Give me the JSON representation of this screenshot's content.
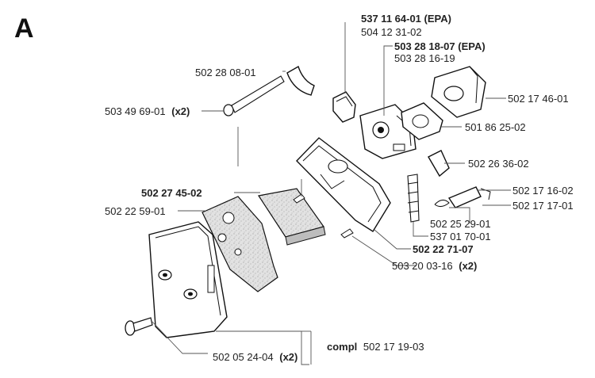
{
  "section_letter": "A",
  "labels": {
    "p1_main": "537 11 64-01 (EPA)",
    "p1_sub": "504 12 31-02",
    "p2_main": "503 28 18-07 (EPA)",
    "p2_sub": "503 28 16-19",
    "p3": "502 28 08-01",
    "p4": "502 17 46-01",
    "p5_num": "503 49 69-01",
    "p5_qty": "(x2)",
    "p6": "501 86 25-02",
    "p7": "502 26 36-02",
    "p8": "502 27 45-02",
    "p9": "502 17 16-02",
    "p10": "502 22 59-01",
    "p11": "502 17 17-01",
    "p12": "502 25 29-01",
    "p13": "537 01 70-01",
    "p14": "502 22 71-07",
    "p15_num": "503 20 03-16",
    "p15_qty": "(x2)",
    "p16_num": "502 05 24-04",
    "p16_qty": "(x2)",
    "compl_word": "compl",
    "compl_num": "502 17 19-03"
  },
  "colors": {
    "ink": "#111111",
    "foam": "#d9d9d9",
    "leader": "#555555"
  }
}
